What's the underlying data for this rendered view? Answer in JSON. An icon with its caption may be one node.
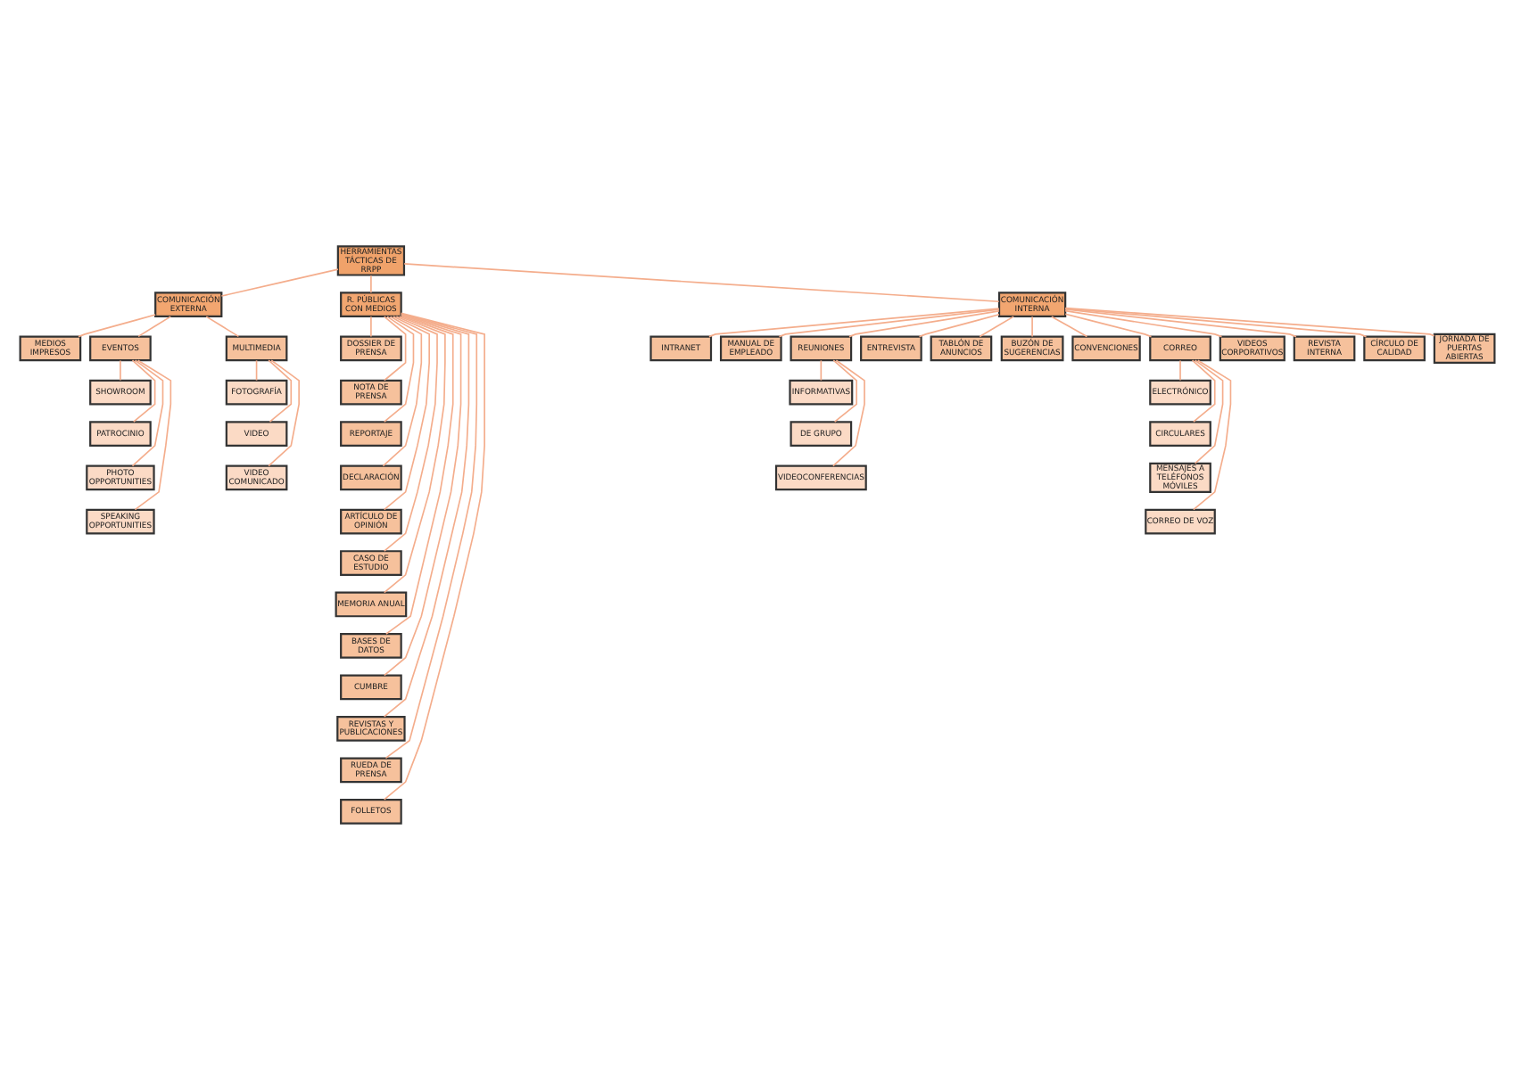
{
  "diagram": {
    "nodes": [
      {
        "text": [
          "HERRAMIENTAS TÁCTICAS DE RRPP"
        ]
      },
      {
        "text": [
          "COMUNICACIÓN EXTERNA"
        ]
      },
      {
        "text": [
          "R. PÚBLICAS CON MEDIOS"
        ]
      },
      {
        "text": [
          "COMUNICACIÓN INTERNA"
        ]
      },
      {
        "text": [
          "MEDIOS IMPRESOS"
        ]
      },
      {
        "text": [
          "EVENTOS"
        ]
      },
      {
        "text": [
          "MULTIMEDIA"
        ]
      },
      {
        "text": [
          "DOSSIER DE PRENSA"
        ]
      },
      {
        "text": [
          "INTRANET"
        ]
      },
      {
        "text": [
          "MANUAL DE EMPLEADO"
        ]
      },
      {
        "text": [
          "REUNIONES"
        ]
      },
      {
        "text": [
          "ENTREVISTA"
        ]
      },
      {
        "text": [
          "TABLÓN DE ANUNCIOS"
        ]
      },
      {
        "text": [
          "BUZÓN DE SUGERENCIAS"
        ]
      },
      {
        "text": [
          "CONVENCIONES"
        ]
      },
      {
        "text": [
          "CORREO"
        ]
      },
      {
        "text": [
          "VIDEOS CORPORATIVOS"
        ]
      },
      {
        "text": [
          "REVISTA INTERNA"
        ]
      },
      {
        "text": [
          "CÍRCULO DE CALIDAD"
        ]
      },
      {
        "text": [
          "JORNADA DE PUERTAS ABIERTAS"
        ]
      },
      {
        "text": [
          "SHOWROOM"
        ]
      },
      {
        "text": [
          "PATROCINIO"
        ]
      },
      {
        "text": [
          "PHOTO OPPORTUNITIES"
        ]
      },
      {
        "text": [
          "SPEAKING OPPORTUNITIES"
        ]
      },
      {
        "text": [
          "FOTOGRAFÍA"
        ]
      },
      {
        "text": [
          "VIDEO"
        ]
      },
      {
        "text": [
          "VIDEO COMUNICADO"
        ]
      },
      {
        "text": [
          "NOTA DE PRENSA"
        ]
      },
      {
        "text": [
          "REPORTAJE"
        ]
      },
      {
        "text": [
          "DECLARACIÓN"
        ]
      },
      {
        "text": [
          "ARTÍCULO DE OPINIÓN"
        ]
      },
      {
        "text": [
          "CASO DE ESTUDIO"
        ]
      },
      {
        "text": [
          "MEMORIA ANUAL"
        ]
      },
      {
        "text": [
          "BASES DE DATOS"
        ]
      },
      {
        "text": [
          "CUMBRE"
        ]
      },
      {
        "text": [
          "REVISTAS Y PUBLICACIONES"
        ]
      },
      {
        "text": [
          "RUEDA DE PRENSA"
        ]
      },
      {
        "text": [
          "FOLLETOS"
        ]
      },
      {
        "text": [
          "INFORMATIVAS"
        ]
      },
      {
        "text": [
          "DE GRUPO"
        ]
      },
      {
        "text": [
          "VIDEOCONFERENCIAS"
        ]
      },
      {
        "text": [
          "ELECTRÓNICO"
        ]
      },
      {
        "text": [
          "CIRCULARES"
        ]
      },
      {
        "text": [
          "MENSAJES A TELÉFONOS MÓVILES"
        ]
      },
      {
        "text": [
          "CORREO DE VOZ"
        ]
      }
    ],
    "edges": [
      {
        "from": 0,
        "to": 1,
        "arrow": "none"
      },
      {
        "from": 0,
        "to": 2,
        "arrow": "none"
      },
      {
        "from": 0,
        "to": 3,
        "arrow": "none"
      },
      {
        "from": 1,
        "to": 4,
        "arrow": "none"
      },
      {
        "from": 1,
        "to": 5,
        "arrow": "none"
      },
      {
        "from": 1,
        "to": 6,
        "arrow": "none"
      },
      {
        "from": 2,
        "to": 7,
        "arrow": "none"
      },
      {
        "from": 2,
        "to": 27,
        "arrow": "none"
      },
      {
        "from": 2,
        "to": 28,
        "arrow": "none"
      },
      {
        "from": 2,
        "to": 29,
        "arrow": "none"
      },
      {
        "from": 2,
        "to": 30,
        "arrow": "none"
      },
      {
        "from": 2,
        "to": 31,
        "arrow": "none"
      },
      {
        "from": 2,
        "to": 32,
        "arrow": "none"
      },
      {
        "from": 2,
        "to": 33,
        "arrow": "none"
      },
      {
        "from": 2,
        "to": 34,
        "arrow": "none"
      },
      {
        "from": 2,
        "to": 35,
        "arrow": "none"
      },
      {
        "from": 2,
        "to": 36,
        "arrow": "none"
      },
      {
        "from": 2,
        "to": 37,
        "arrow": "none"
      },
      {
        "from": 3,
        "to": 8,
        "arrow": "none"
      },
      {
        "from": 3,
        "to": 9,
        "arrow": "none"
      },
      {
        "from": 3,
        "to": 10,
        "arrow": "none"
      },
      {
        "from": 3,
        "to": 11,
        "arrow": "none"
      },
      {
        "from": 3,
        "to": 12,
        "arrow": "none"
      },
      {
        "from": 3,
        "to": 13,
        "arrow": "none"
      },
      {
        "from": 3,
        "to": 14,
        "arrow": "none"
      },
      {
        "from": 3,
        "to": 15,
        "arrow": "none"
      },
      {
        "from": 3,
        "to": 16,
        "arrow": "none"
      },
      {
        "from": 3,
        "to": 17,
        "arrow": "none"
      },
      {
        "from": 3,
        "to": 18,
        "arrow": "none"
      },
      {
        "from": 3,
        "to": 19,
        "arrow": "none"
      },
      {
        "from": 5,
        "to": 20,
        "arrow": "none"
      },
      {
        "from": 5,
        "to": 21,
        "arrow": "none"
      },
      {
        "from": 5,
        "to": 22,
        "arrow": "none"
      },
      {
        "from": 5,
        "to": 23,
        "arrow": "none"
      },
      {
        "from": 6,
        "to": 24,
        "arrow": "none"
      },
      {
        "from": 6,
        "to": 25,
        "arrow": "none"
      },
      {
        "from": 6,
        "to": 26,
        "arrow": "none"
      },
      {
        "from": 10,
        "to": 38,
        "arrow": "none"
      },
      {
        "from": 10,
        "to": 39,
        "arrow": "none"
      },
      {
        "from": 10,
        "to": 40,
        "arrow": "none"
      },
      {
        "from": 15,
        "to": 41,
        "arrow": "none"
      },
      {
        "from": 15,
        "to": 42,
        "arrow": "none"
      },
      {
        "from": 15,
        "to": 43,
        "arrow": "none"
      },
      {
        "from": 15,
        "to": 44,
        "arrow": "none"
      }
    ]
  }
}
